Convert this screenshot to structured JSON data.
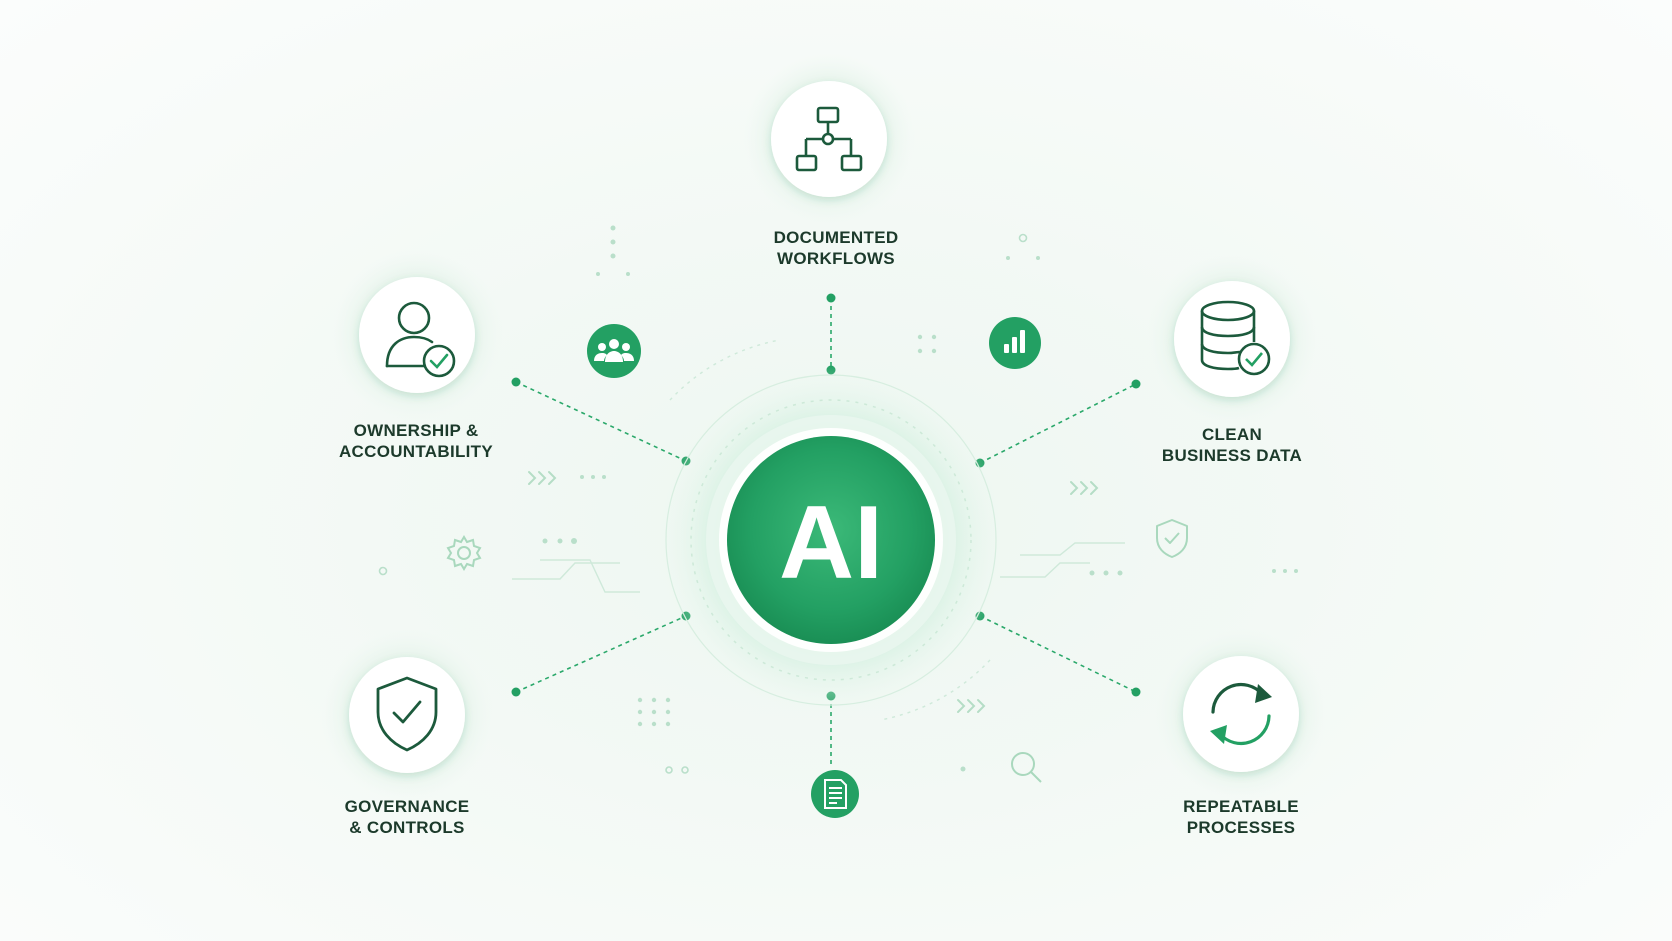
{
  "center": {
    "text": "AI"
  },
  "nodes": {
    "documented_workflows": {
      "line1": "DOCUMENTED",
      "line2": "WORKFLOWS",
      "icon": "flowchart-icon"
    },
    "ownership_accountability": {
      "line1": "OWNERSHIP &",
      "line2": "ACCOUNTABILITY",
      "icon": "user-check-icon"
    },
    "clean_business_data": {
      "line1": "CLEAN",
      "line2": "BUSINESS DATA",
      "icon": "database-check-icon"
    },
    "governance_controls": {
      "line1": "GOVERNANCE",
      "line2": "& CONTROLS",
      "icon": "shield-check-icon"
    },
    "repeatable_processes": {
      "line1": "REPEATABLE",
      "line2": "PROCESSES",
      "icon": "refresh-cycle-icon"
    }
  },
  "accent_icons": [
    "team-icon",
    "bar-chart-icon",
    "document-icon"
  ],
  "decorative_icons": [
    "gear-icon",
    "shield-outline-icon",
    "magnifier-icon"
  ],
  "colors": {
    "primary_green": "#22a564",
    "dark_green": "#1c5a3c",
    "text": "#1c3a2b",
    "background": "#f5faf6"
  }
}
